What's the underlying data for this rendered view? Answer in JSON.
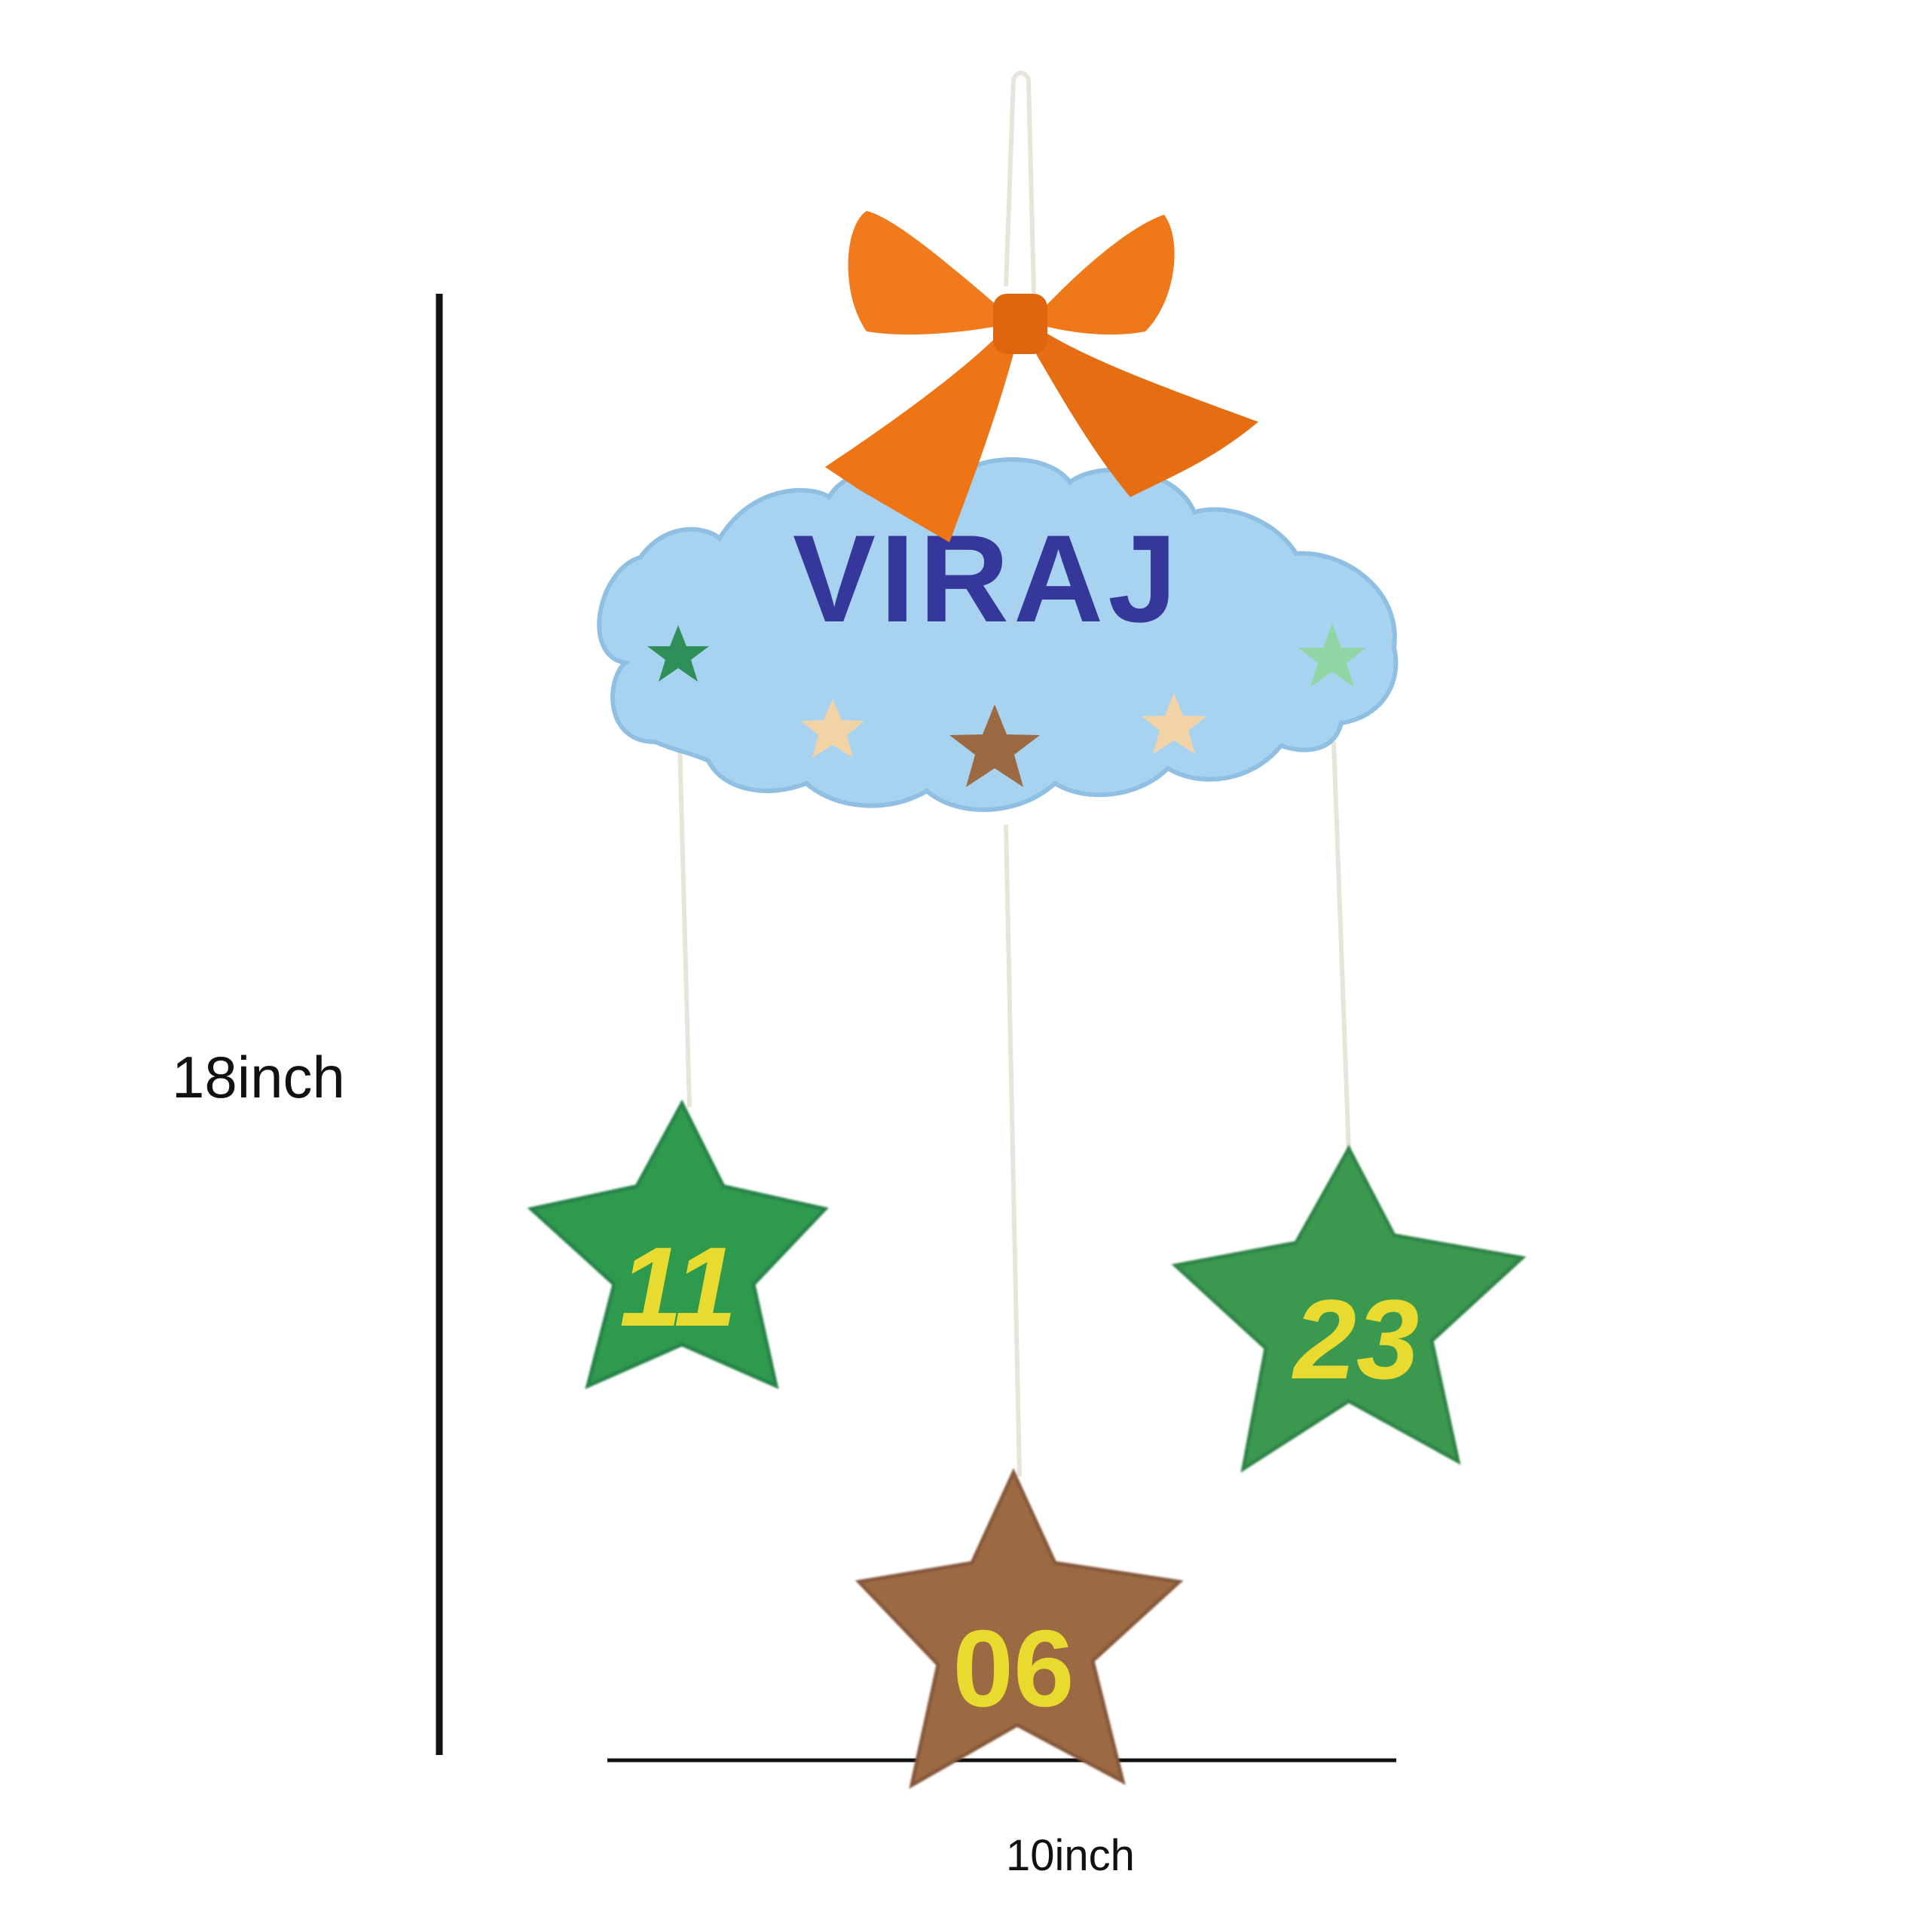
{
  "photo": {
    "name_text": "VIRAJ",
    "stars": [
      {
        "number_text": "11",
        "felt": "green"
      },
      {
        "number_text": "23",
        "felt": "green"
      },
      {
        "number_text": "06",
        "felt": "brown"
      }
    ]
  },
  "dimensions": {
    "height_text": "18inch",
    "width_text": "10inch"
  },
  "colors": {
    "cloud_felt": "#a8d3f0",
    "name_letters": "#35389a",
    "bow_felt": "#f07a1c",
    "green_star_felt": "#2f9a4e",
    "brown_star_felt": "#9c6a42",
    "number_felt": "#e9da2f",
    "dimension_lines": "#111111"
  },
  "icons": [
    "ruler-line",
    "felt-star",
    "bow",
    "cloud"
  ]
}
